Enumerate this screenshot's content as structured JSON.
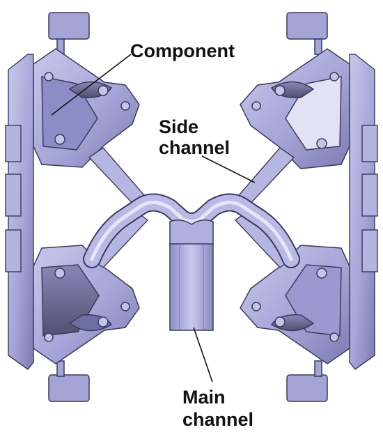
{
  "labels": {
    "component": "Component",
    "side_channel_line1": "Side",
    "side_channel_line2": "channel",
    "main_channel_line1": "Main",
    "main_channel_line2": "channel"
  },
  "colors": {
    "part_fill": "#a9a9da",
    "part_light": "#d4d4ee",
    "part_dark": "#6f6fa8",
    "outline": "#3a3a5a",
    "shadow_metal": "#5a5a6e",
    "label_text": "#111111"
  }
}
